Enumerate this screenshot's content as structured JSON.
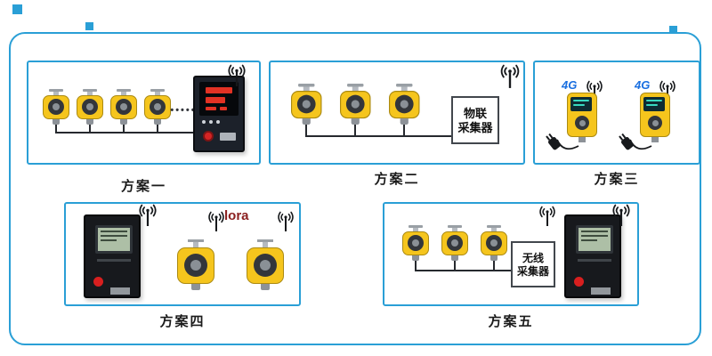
{
  "schemes": [
    {
      "label": "方案一",
      "more_devices_dots": "•••••"
    },
    {
      "label": "方案二",
      "collector": {
        "line1": "物联",
        "line2": "采集器"
      }
    },
    {
      "label": "方案三",
      "units": [
        {
          "network_tag": "4G"
        },
        {
          "network_tag": "4G"
        }
      ]
    },
    {
      "label": "方案四",
      "protocol_tag": "lora"
    },
    {
      "label": "方案五",
      "collector": {
        "line1": "无线",
        "line2": "采集器"
      }
    }
  ],
  "colors": {
    "frame_border": "#2a9fd6",
    "detector_yellow": "#f5c51d",
    "led_red": "#e33224",
    "tag_4g_blue": "#1a6fe0",
    "lora_red": "#8b2020",
    "lcd_green": "#adbfa6",
    "screen_teal": "#38d9c0"
  }
}
